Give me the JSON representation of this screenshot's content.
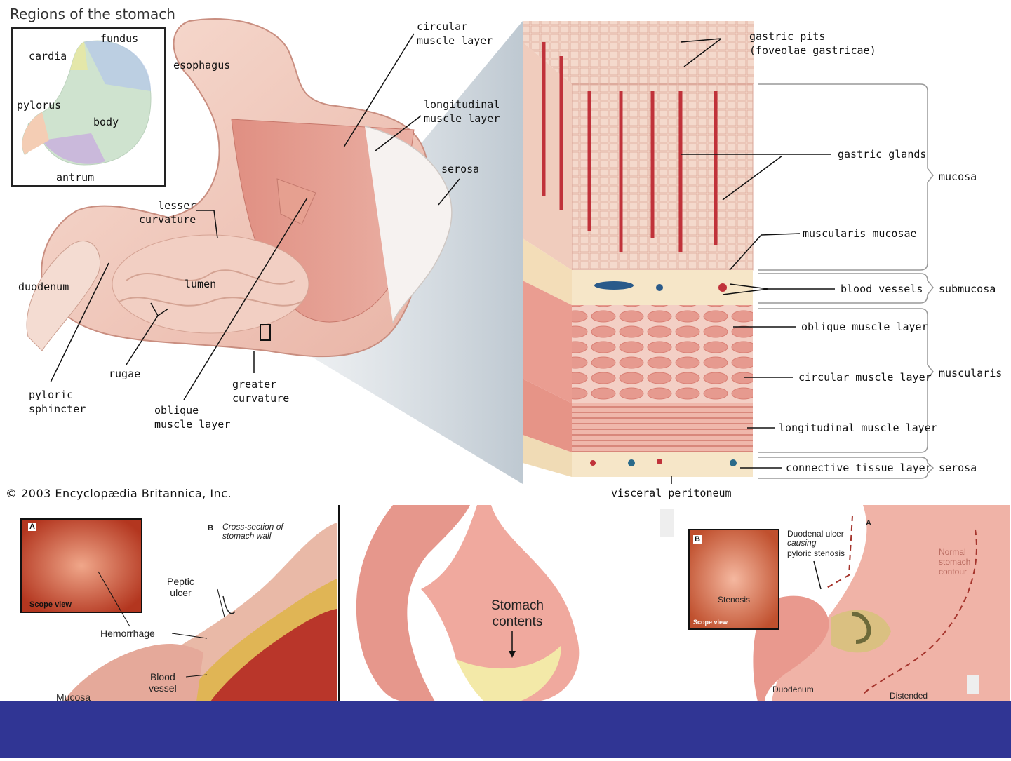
{
  "title": "Regions of the stomach",
  "copyright": "© 2003 Encyclopædia Britannica, Inc.",
  "inset_labels": {
    "fundus": "fundus",
    "cardia": "cardia",
    "pylorus": "pylorus",
    "body": "body",
    "antrum": "antrum"
  },
  "stomach_labels": {
    "esophagus": "esophagus",
    "circular_muscle_layer": "circular\nmuscle layer",
    "longitudinal_muscle_layer": "longitudinal\nmuscle layer",
    "serosa": "serosa",
    "lesser_curvature": "lesser\ncurvature",
    "duodenum": "duodenum",
    "lumen": "lumen",
    "rugae": "rugae",
    "pyloric_sphincter": "pyloric\nsphincter",
    "oblique_muscle_layer": "oblique\nmuscle layer",
    "greater_curvature": "greater\ncurvature"
  },
  "wall_labels": {
    "gastric_pits": "gastric pits\n(foveolae gastricae)",
    "gastric_glands": "gastric glands",
    "muscularis_mucosae": "muscularis mucosae",
    "blood_vessels": "blood vessels",
    "oblique_muscle_layer": "oblique muscle layer",
    "circular_muscle_layer": "circular muscle layer",
    "longitudinal_muscle_layer": "longitudinal muscle layer",
    "connective_tissue_layer": "connective tissue layer",
    "visceral_peritoneum": "visceral peritoneum"
  },
  "bracket_labels": {
    "mucosa": "mucosa",
    "submucosa": "submucosa",
    "muscularis": "muscularis",
    "serosa": "serosa"
  },
  "panel_ulcer": {
    "scope_letter": "A",
    "scope_view": "Scope view",
    "b_letter": "B",
    "cross_section": "Cross-section of\nstomach wall",
    "peptic_ulcer": "Peptic\nulcer",
    "hemorrhage": "Hemorrhage",
    "blood_vessel": "Blood\nvessel",
    "mucosa": "Mucosa"
  },
  "panel_middle": {
    "stomach_contents": "Stomach\ncontents"
  },
  "panel_stenosis": {
    "b_letter": "B",
    "a_letter": "A",
    "duodenal_ulcer": "Duodenal ulcer",
    "causing": "causing",
    "pyloric_stenosis": "pyloric stenosis",
    "stenosis": "Stenosis",
    "scope_view": "Scope view",
    "normal_contour": "Normal\nstomach\ncontour",
    "duodenum": "Duodenum",
    "distended": "Distended"
  },
  "colors": {
    "footer": "#303594",
    "muscle": "#e8a39a",
    "tissue": "#f2d3c8",
    "glands": "#c0323a",
    "submucosa": "#f6e6c8"
  }
}
